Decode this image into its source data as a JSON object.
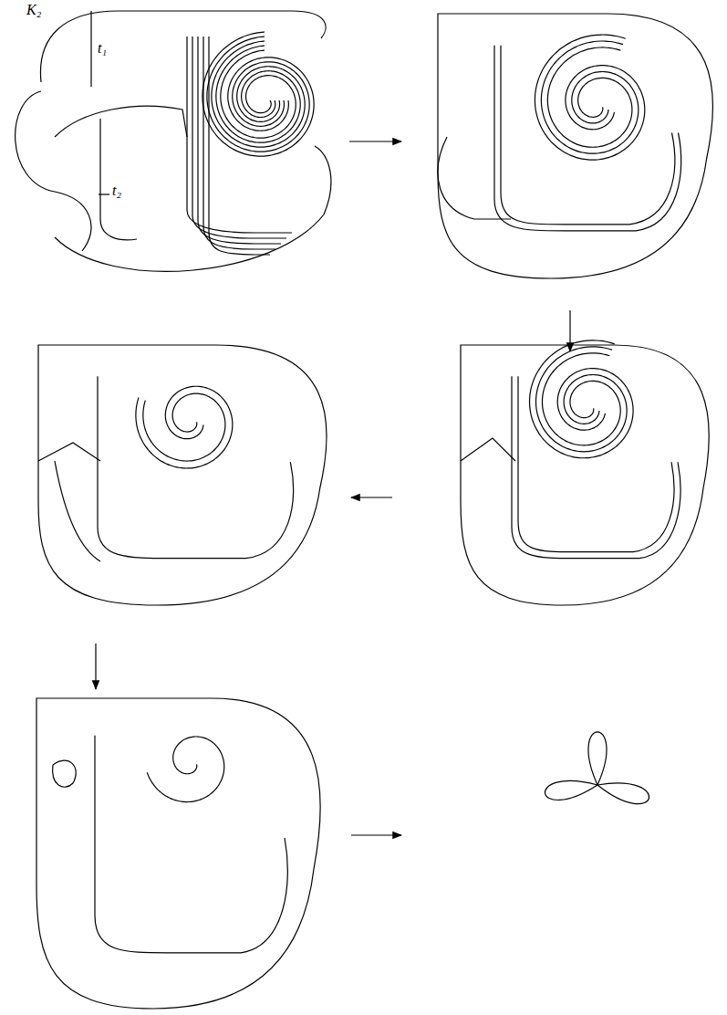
{
  "diagram": {
    "labels": [
      "K₂",
      "t₁",
      "t₂"
    ]
  }
}
